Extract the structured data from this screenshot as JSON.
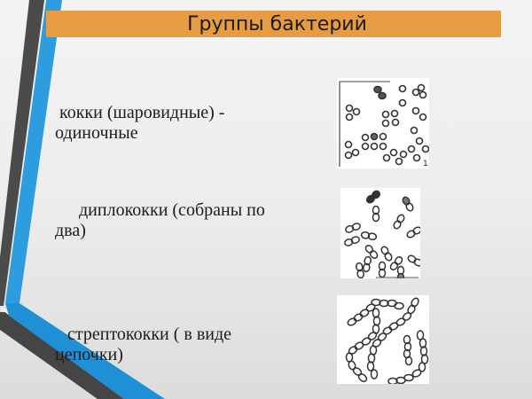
{
  "slide": {
    "title": "Группы бактерий",
    "colors": {
      "title_bar": "#e59c42",
      "stripe_dark": "#4a4a4a",
      "stripe_blue": "#2e9de0",
      "background": "#eeeeee"
    },
    "items": [
      {
        "line1": "кокки (шаровидные) -",
        "line2": "одиночные",
        "figure": "cocci-single-illustration",
        "figure_label": "1"
      },
      {
        "line1": "диплококки (собраны по",
        "line2": "два)",
        "figure": "diplococci-illustration"
      },
      {
        "line1": "стрептококки ( в виде",
        "line2": "цепочки)",
        "figure": "streptococci-chain-illustration"
      }
    ]
  }
}
